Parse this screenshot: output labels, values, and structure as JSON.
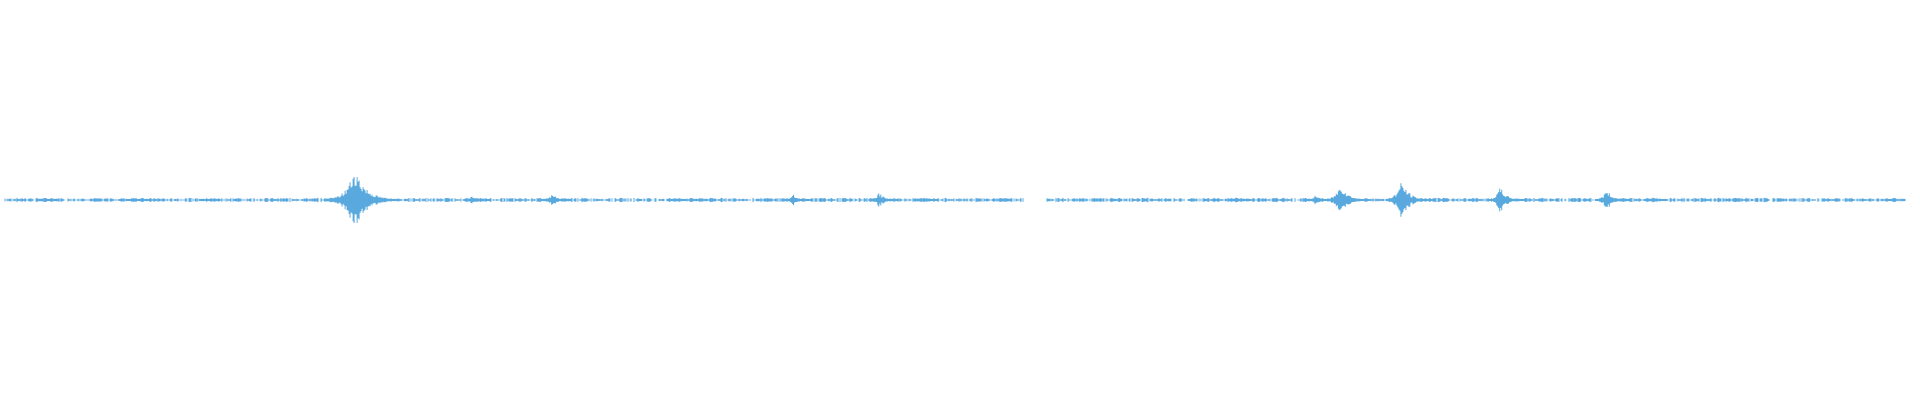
{
  "waveform": {
    "type": "audio-waveform",
    "color": "#5aa9de",
    "background": "#ffffff",
    "time_range": [
      0,
      1
    ],
    "amplitude_range": [
      -1,
      1
    ],
    "gaps": [
      [
        0.536,
        0.548
      ]
    ],
    "events": [
      {
        "t": 0.021,
        "amplitude": 0.04
      },
      {
        "t": 0.068,
        "amplitude": 0.05
      },
      {
        "t": 0.106,
        "amplitude": 0.03
      },
      {
        "t": 0.172,
        "amplitude": 0.06
      },
      {
        "t": 0.184,
        "amplitude": 0.55
      },
      {
        "t": 0.194,
        "amplitude": 0.08
      },
      {
        "t": 0.246,
        "amplitude": 0.08
      },
      {
        "t": 0.288,
        "amplitude": 0.12
      },
      {
        "t": 0.352,
        "amplitude": 0.03
      },
      {
        "t": 0.415,
        "amplitude": 0.1
      },
      {
        "t": 0.46,
        "amplitude": 0.14
      },
      {
        "t": 0.484,
        "amplitude": 0.04
      },
      {
        "t": 0.648,
        "amplitude": 0.05
      },
      {
        "t": 0.69,
        "amplitude": 0.1
      },
      {
        "t": 0.703,
        "amplitude": 0.28
      },
      {
        "t": 0.735,
        "amplitude": 0.32
      },
      {
        "t": 0.787,
        "amplitude": 0.22
      },
      {
        "t": 0.843,
        "amplitude": 0.18
      },
      {
        "t": 0.867,
        "amplitude": 0.05
      }
    ]
  }
}
